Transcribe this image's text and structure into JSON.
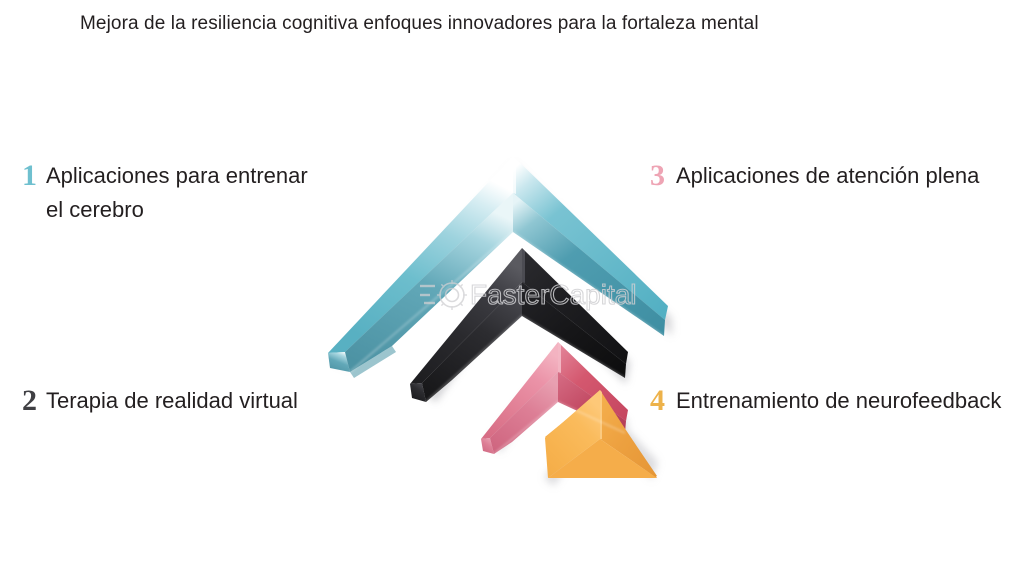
{
  "title": "Mejora de la resiliencia cognitiva enfoques innovadores para la fortaleza mental",
  "callouts": [
    {
      "number": "1",
      "number_color": "#6fc0cf",
      "label": "Aplicaciones para entrenar el cerebro",
      "line1": "Aplicaciones para",
      "line2": "entrenar el cerebro",
      "position": "top-left",
      "layer": "teal"
    },
    {
      "number": "2",
      "number_color": "#3f3f43",
      "label": "Terapia de realidad virtual",
      "line1": "Terapia de realidad",
      "line2": "virtual",
      "position": "bottom-left",
      "layer": "black"
    },
    {
      "number": "3",
      "number_color": "#eea4b4",
      "label": "Aplicaciones de atención plena",
      "line1": "Aplicaciones de atención",
      "line2": "plena",
      "position": "top-right",
      "layer": "pink"
    },
    {
      "number": "4",
      "number_color": "#edb24a",
      "label": "Entrenamiento de neurofeedback",
      "line1": "Entrenamiento de",
      "line2": "neurofeedback",
      "position": "bottom-right",
      "layer": "orange"
    }
  ],
  "graphic": {
    "type": "nested-3d-chevron-pyramid",
    "layer_count": 4,
    "layers": [
      {
        "name": "teal",
        "light": "#8ecdd9",
        "mid": "#5bb4c6",
        "dark": "#4a96a8",
        "edge": "#3f8a9c"
      },
      {
        "name": "black",
        "light": "#45454a",
        "mid": "#2a2a2d",
        "dark": "#18181a",
        "edge": "#0f0f10"
      },
      {
        "name": "pink",
        "light": "#ea8ba2",
        "mid": "#de6f8a",
        "dark": "#c94d68",
        "edge": "#b8415c"
      },
      {
        "name": "orange",
        "light": "#fbbd5f",
        "mid": "#f6b04c",
        "dark": "#e89c3c",
        "edge": "#d98f33"
      }
    ],
    "shadow_color": "#d8d8da"
  },
  "watermark": {
    "text": "FasterCapital",
    "icon": "gear-icon",
    "color": "#cfcfd2"
  }
}
